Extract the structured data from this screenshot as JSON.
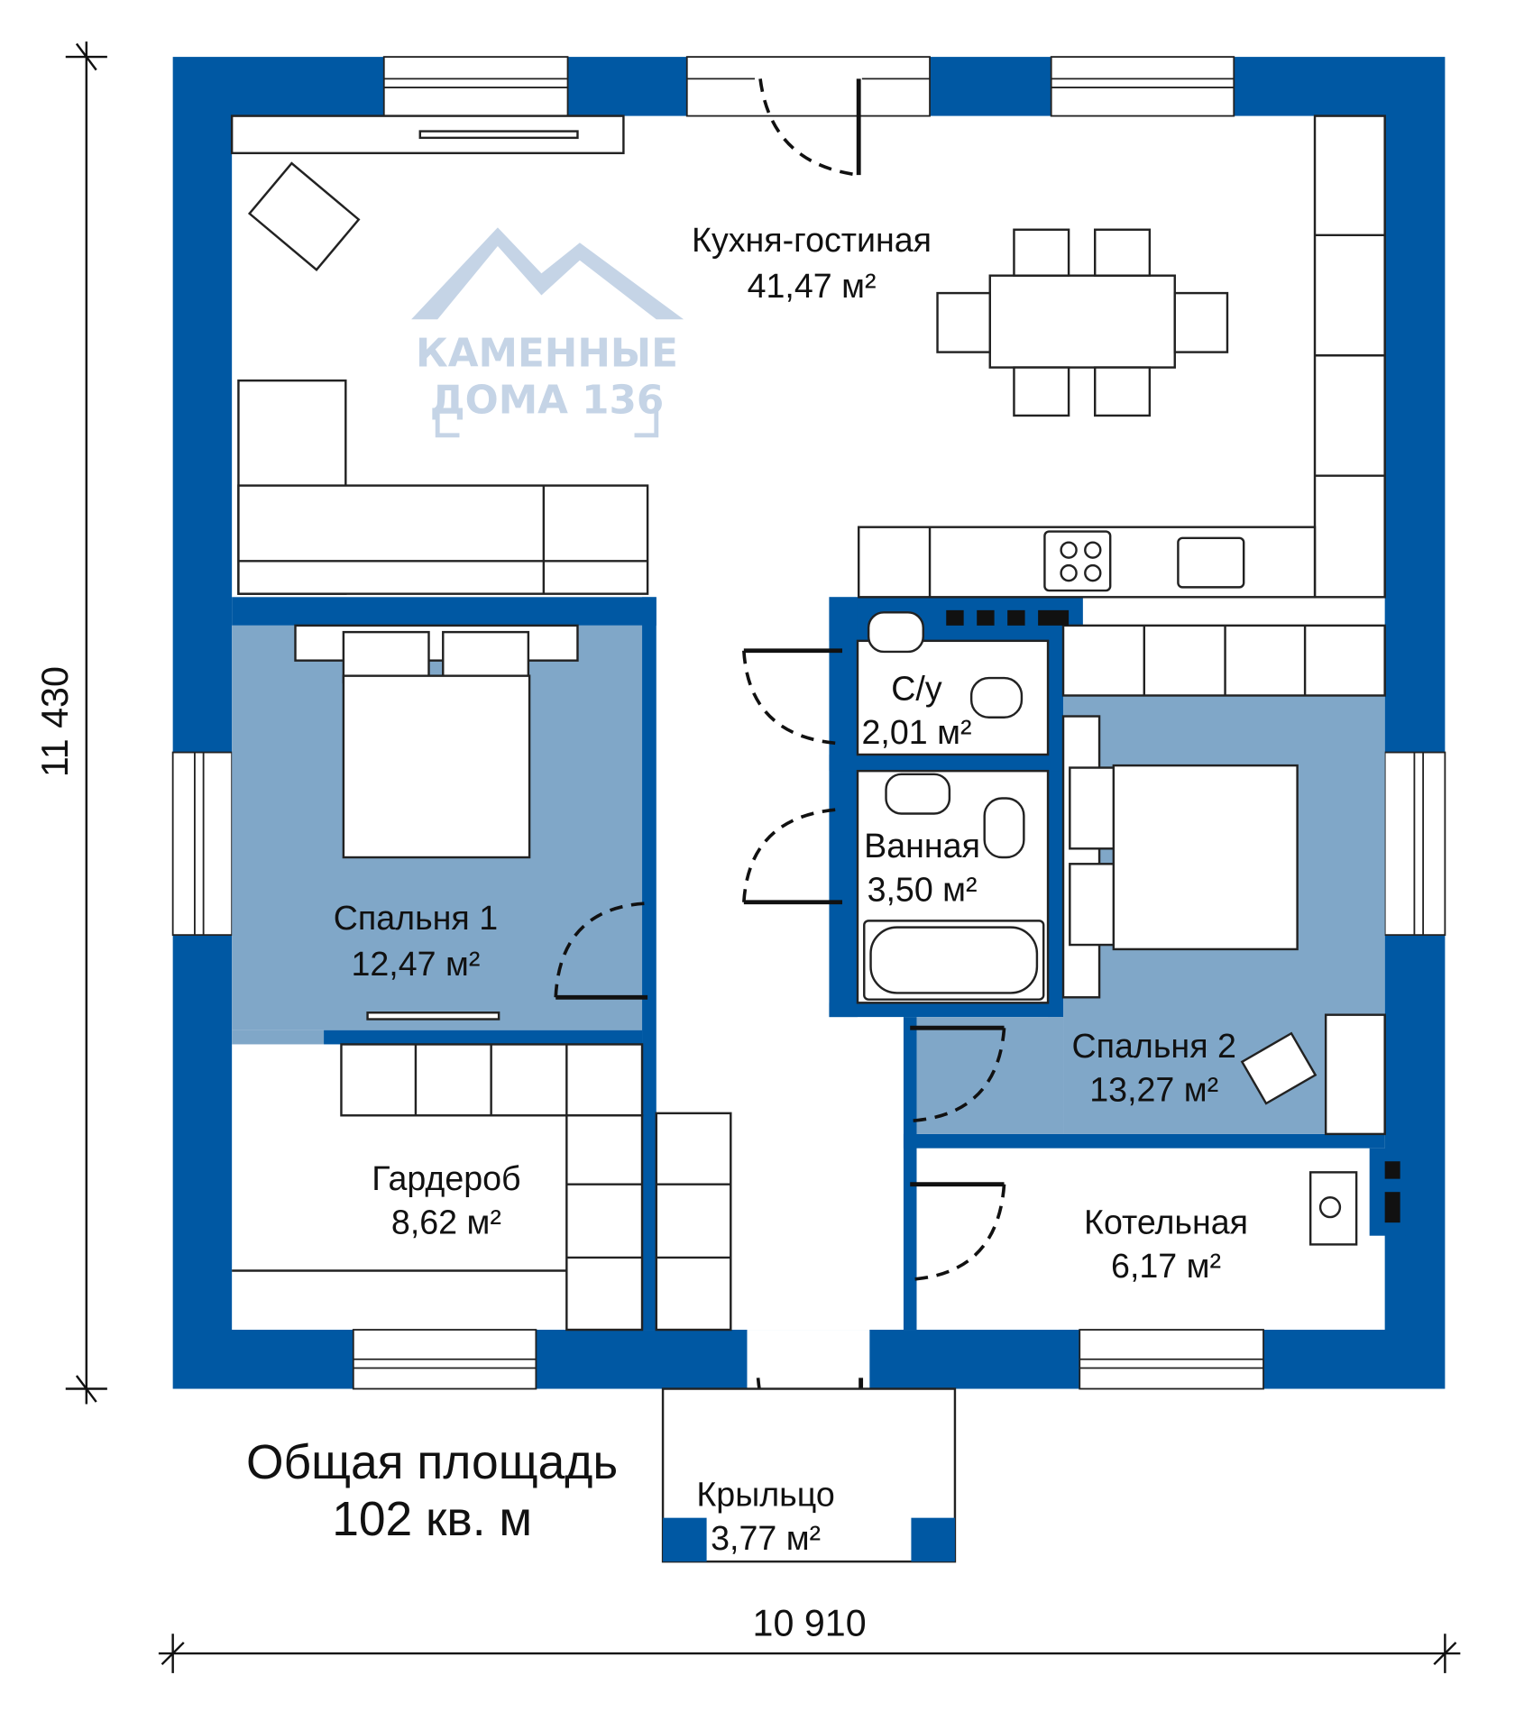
{
  "colors": {
    "wall": "#0058a3",
    "bedroom_fill": "#80a7c8",
    "watermark": "#c5d4e6"
  },
  "rooms": {
    "kitchen": {
      "name": "Кухня-гостиная",
      "area": "41,47 м²"
    },
    "wc": {
      "name": "С/у",
      "area": "2,01 м²"
    },
    "bath": {
      "name": "Ванная",
      "area": "3,50 м²"
    },
    "bedroom1": {
      "name": "Спальня 1",
      "area": "12,47 м²"
    },
    "bedroom2": {
      "name": "Спальня 2",
      "area": "13,27 м²"
    },
    "wardrobe": {
      "name": "Гардероб",
      "area": "8,62 м²"
    },
    "boiler": {
      "name": "Котельная",
      "area": "6,17 м²"
    },
    "porch": {
      "name": "Крыльцо",
      "area": "3,77 м²"
    }
  },
  "total": {
    "label": "Общая площадь",
    "value": "102 кв. м"
  },
  "dimensions": {
    "height": "11 430",
    "width": "10 910"
  },
  "watermark": {
    "line1": "КАМЕННЫЕ",
    "line2": "ДОМА 136"
  }
}
